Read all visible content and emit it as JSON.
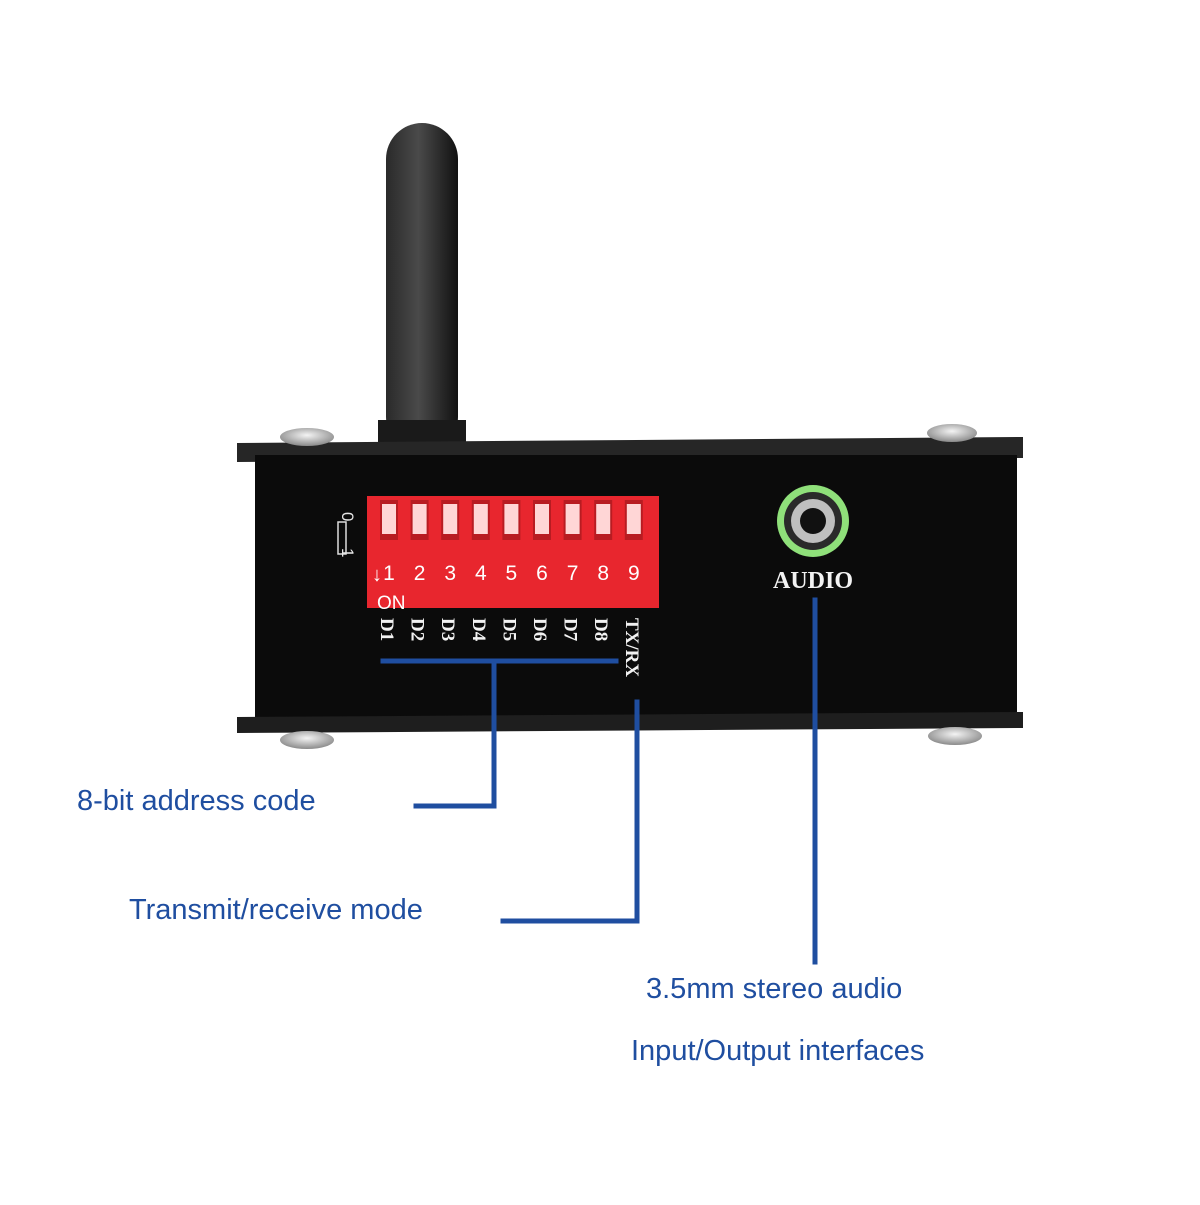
{
  "device": {
    "switch_legend": {
      "top": "0",
      "bottom": "1"
    },
    "dip_numbers": [
      "1",
      "2",
      "3",
      "4",
      "5",
      "6",
      "7",
      "8",
      "9"
    ],
    "dip_on_label": "ON",
    "dip_arrow": "↓",
    "bit_labels": [
      "D1",
      "D2",
      "D3",
      "D4",
      "D5",
      "D6",
      "D7",
      "D8",
      "TX/RX"
    ],
    "audio_label": "AUDIO"
  },
  "annotations": {
    "address": "8-bit address code",
    "mode": "Transmit/receive mode",
    "audio_line1": "3.5mm stereo audio",
    "audio_line2": "Input/Output interfaces"
  },
  "colors": {
    "callout": "#1f4ea0",
    "enclosure": "#0b0b0b",
    "dip_body": "#e8262e",
    "jack_ring": "#8fe07a"
  }
}
